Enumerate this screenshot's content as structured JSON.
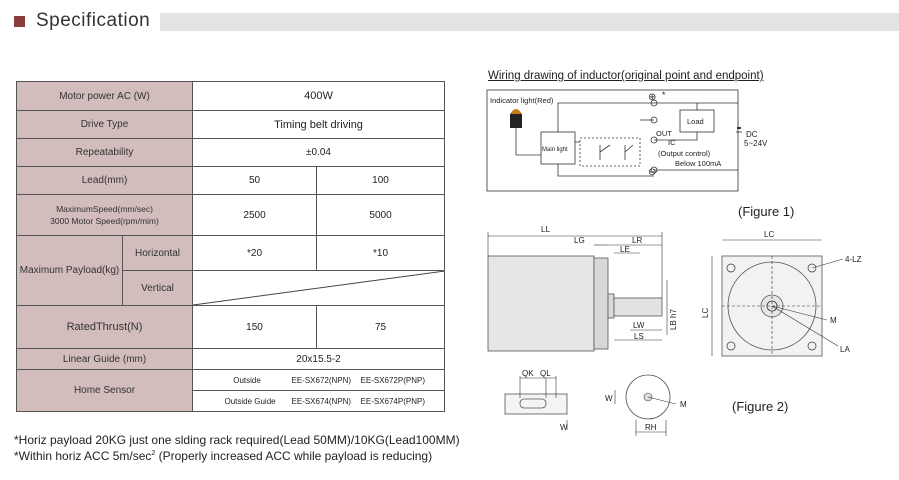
{
  "header": {
    "title": "Specification"
  },
  "table": {
    "motor_power_label": "Motor power AC (W)",
    "motor_power_value": "400W",
    "drive_type_label": "Drive Type",
    "drive_type_value": "Timing belt driving",
    "repeatability_label": "Repeatability",
    "repeatability_value": "±0.04",
    "lead_label": "Lead(mm)",
    "lead_values": [
      "50",
      "100"
    ],
    "speed_label_1": "MaximumSpeed(mm/sec)",
    "speed_label_2": "3000 Motor Speed(rpm/mim)",
    "speed_values": [
      "2500",
      "5000"
    ],
    "payload_label": "Maximum Payload(kg)",
    "payload_horizontal_label": "Horizontal",
    "payload_horizontal_values": [
      "*20",
      "*10"
    ],
    "payload_vertical_label": "Vertical",
    "thrust_label": "RatedThrust(N)",
    "thrust_values": [
      "150",
      "75"
    ],
    "guide_label": "Linear Guide (mm)",
    "guide_value": "20x15.5-2",
    "sensor_label": "Home Sensor",
    "sensor_row1": {
      "type": "Outside",
      "npn": "EE-SX672(NPN)",
      "pnp": "EE-SX672P(PNP)"
    },
    "sensor_row2": {
      "type": "Outside Guide",
      "npn": "EE-SX674(NPN)",
      "pnp": "EE-SX674P(PNP)"
    }
  },
  "notes": {
    "line1": "*Horiz payload 20KG just one slding rack required(Lead 50MM)/10KG(Lead100MM)",
    "line2_prefix": "*Within horiz ACC 5m/sec",
    "line2_sup": "2",
    "line2_suffix": " (Properly increased ACC while payload is reducing)"
  },
  "wiring": {
    "title": "Wiring drawing of inductor(original point and endpoint)",
    "indicator_label": "Indicator light(Red)",
    "main_light_label": "Main light",
    "load_label": "Load",
    "out_label": "OUT",
    "ic_label": "IC",
    "output_control_label": "(Output control)",
    "below_label": "Below 100mA",
    "dc_label": "DC",
    "dc_voltage": "5~24V",
    "plus_mark": "⊕",
    "minus_mark": "⊖",
    "star_mark": "*"
  },
  "figures": {
    "figure1_label": "(Figure  1)",
    "figure2_label": "(Figure  2)",
    "dims": {
      "LL": "LL",
      "LG": "LG",
      "LR": "LR",
      "LE": "LE",
      "LB": "LB  h7",
      "LW": "LW",
      "LS": "LS",
      "LC": "LC",
      "LC_side": "LC",
      "LZ": "4-LZ",
      "M": "M",
      "LA": "LA",
      "QK": "QK",
      "QL": "QL",
      "W": "W",
      "W2": "W",
      "M2": "M",
      "RH": "RH"
    }
  },
  "colors": {
    "label_bg": "#d2bcbc",
    "accent": "#8a3d3a",
    "header_bar": "#e3e3e3"
  }
}
